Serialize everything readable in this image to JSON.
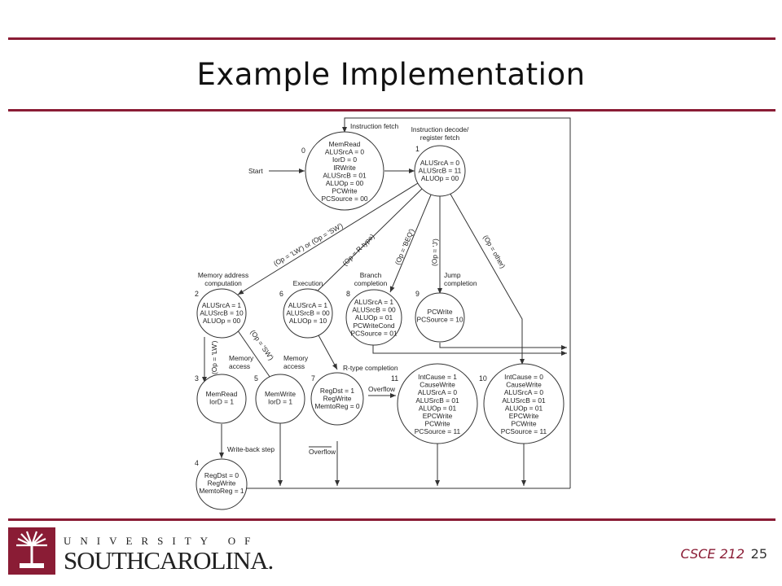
{
  "slide": {
    "title": "Example Implementation",
    "course": "CSCE 212",
    "page": "25"
  },
  "logo": {
    "line1": "UNIVERSITY OF",
    "line2": "SOUTHCAROLINA.",
    "emblem": "palmetto-tree-icon"
  },
  "colors": {
    "accent": "#8a1c35",
    "line": "#333333"
  },
  "diagram": {
    "states": [
      {
        "id": "s0",
        "num": "0",
        "title": "",
        "lines": [
          "MemRead",
          "ALUSrcA = 0",
          "IorD = 0",
          "IRWrite",
          "ALUSrcB = 01",
          "ALUOp = 00",
          "PCWrite",
          "PCSource = 00"
        ]
      },
      {
        "id": "s1",
        "num": "1",
        "title": "",
        "lines": [
          "ALUSrcA = 0",
          "ALUSrcB = 11",
          "ALUOp = 00"
        ]
      },
      {
        "id": "s2",
        "num": "2",
        "title": "",
        "lines": [
          "ALUSrcA = 1",
          "ALUSrcB = 10",
          "ALUOp = 00"
        ]
      },
      {
        "id": "s3",
        "num": "3",
        "title": "",
        "lines": [
          "MemRead",
          "IorD = 1"
        ]
      },
      {
        "id": "s4",
        "num": "4",
        "title": "",
        "lines": [
          "RegDst = 0",
          "RegWrite",
          "MemtoReg = 1"
        ]
      },
      {
        "id": "s5",
        "num": "5",
        "title": "",
        "lines": [
          "MemWrite",
          "IorD = 1"
        ]
      },
      {
        "id": "s6",
        "num": "6",
        "title": "",
        "lines": [
          "ALUSrcA = 1",
          "ALUSrcB = 00",
          "ALUOp = 10"
        ]
      },
      {
        "id": "s7",
        "num": "7",
        "title": "",
        "lines": [
          "RegDst = 1",
          "RegWrite",
          "MemtoReg = 0"
        ]
      },
      {
        "id": "s8",
        "num": "8",
        "title": "",
        "lines": [
          "ALUSrcA = 1",
          "ALUSrcB = 00",
          "ALUOp = 01",
          "PCWriteCond",
          "PCSource = 01"
        ]
      },
      {
        "id": "s9",
        "num": "9",
        "title": "",
        "lines": [
          "PCWrite",
          "PCSource = 10"
        ]
      },
      {
        "id": "s10",
        "num": "10",
        "title": "",
        "lines": [
          "IntCause = 0",
          "CauseWrite",
          "ALUSrcA = 0",
          "ALUSrcB = 01",
          "ALUOp = 01",
          "EPCWrite",
          "PCWrite",
          "PCSource = 11"
        ]
      },
      {
        "id": "s11",
        "num": "11",
        "title": "",
        "lines": [
          "IntCause = 1",
          "CauseWrite",
          "ALUSrcA = 0",
          "ALUSrcB = 01",
          "ALUOp = 01",
          "EPCWrite",
          "PCWrite",
          "PCSource = 11"
        ]
      }
    ],
    "labels": {
      "instruction_fetch": "Instruction fetch",
      "decode_line1": "Instruction decode/",
      "decode_line2": "register fetch",
      "start": "Start",
      "mem_addr_line1": "Memory address",
      "mem_addr_line2": "computation",
      "execution": "Execution",
      "branch_line1": "Branch",
      "branch_line2": "completion",
      "jump_line1": "Jump",
      "jump_line2": "completion",
      "mem_access_a1": "Memory",
      "mem_access_a2": "access",
      "mem_access_b1": "Memory",
      "mem_access_b2": "access",
      "rtype_completion": "R-type completion",
      "overflow": "Overflow",
      "not_overflow": "Overflow",
      "write_back": "Write-back step",
      "cond_lw_sw": "(Op = 'LW') or (Op = 'SW')",
      "cond_rtype": "(Op = R-type)",
      "cond_beq": "(Op = 'BEQ')",
      "cond_j": "(Op = 'J')",
      "cond_other": "(Op = other)",
      "cond_lw": "(Op = 'LW')",
      "cond_sw": "(Op = 'SW')"
    }
  }
}
